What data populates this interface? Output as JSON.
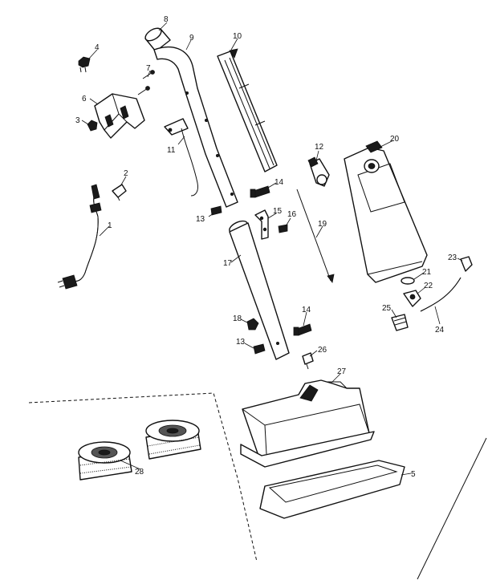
{
  "diagram": {
    "background_color": "#ffffff",
    "line_color": "#111111",
    "parts": [
      {
        "id": "p1",
        "label": "1"
      },
      {
        "id": "p2",
        "label": "2"
      },
      {
        "id": "p3",
        "label": "3"
      },
      {
        "id": "p4",
        "label": "4"
      },
      {
        "id": "p5",
        "label": "5"
      },
      {
        "id": "p6",
        "label": "6"
      },
      {
        "id": "p7",
        "label": "7"
      },
      {
        "id": "p8",
        "label": "8"
      },
      {
        "id": "p9",
        "label": "9"
      },
      {
        "id": "p10",
        "label": "10"
      },
      {
        "id": "p11",
        "label": "11"
      },
      {
        "id": "p12",
        "label": "12"
      },
      {
        "id": "p13a",
        "label": "13"
      },
      {
        "id": "p13b",
        "label": "13"
      },
      {
        "id": "p14a",
        "label": "14"
      },
      {
        "id": "p14b",
        "label": "14"
      },
      {
        "id": "p15",
        "label": "15"
      },
      {
        "id": "p16",
        "label": "16"
      },
      {
        "id": "p17",
        "label": "17"
      },
      {
        "id": "p18",
        "label": "18"
      },
      {
        "id": "p19",
        "label": "19"
      },
      {
        "id": "p20",
        "label": "20"
      },
      {
        "id": "p21",
        "label": "21"
      },
      {
        "id": "p22",
        "label": "22"
      },
      {
        "id": "p23",
        "label": "23"
      },
      {
        "id": "p24",
        "label": "24"
      },
      {
        "id": "p25",
        "label": "25"
      },
      {
        "id": "p26",
        "label": "26"
      },
      {
        "id": "p27",
        "label": "27"
      },
      {
        "id": "p28",
        "label": "28"
      }
    ]
  }
}
